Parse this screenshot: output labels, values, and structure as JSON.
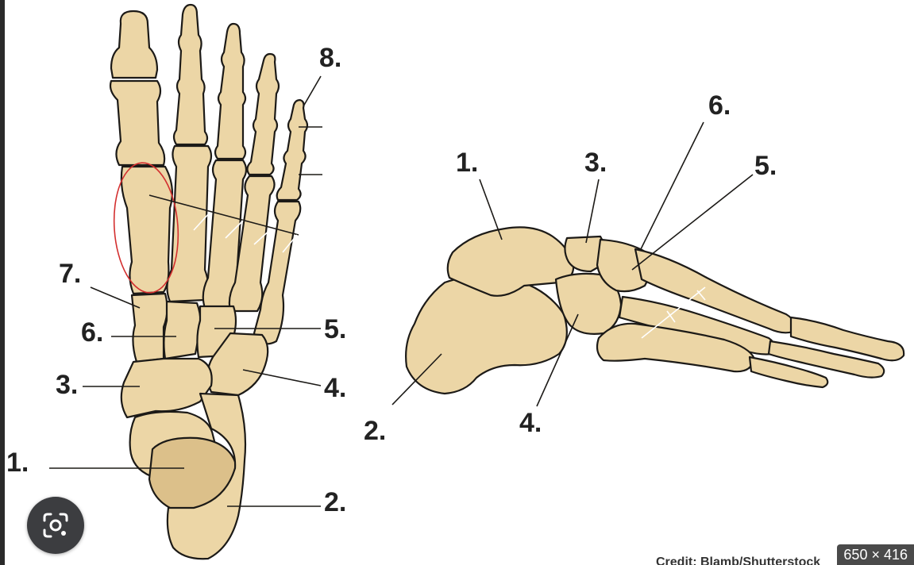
{
  "dorsal_view": {
    "labels": {
      "l1": "1.",
      "l2": "2.",
      "l3": "3.",
      "l4": "4.",
      "l5": "5.",
      "l6": "6.",
      "l7": "7.",
      "l8": "8."
    }
  },
  "lateral_view": {
    "labels": {
      "l1": "1.",
      "l2": "2.",
      "l3": "3.",
      "l4": "4.",
      "l5": "5.",
      "l6": "6."
    }
  },
  "colors": {
    "bone": "#ecd6a6",
    "outline": "#1c1a17",
    "highlight_ellipse": "#d32f2f",
    "lens_button": "#3c3d40"
  },
  "overlay": {
    "credit": "Credit: Blamb/Shutterstock",
    "size_badge": "650 × 416",
    "lens_icon": "google-lens-icon"
  }
}
